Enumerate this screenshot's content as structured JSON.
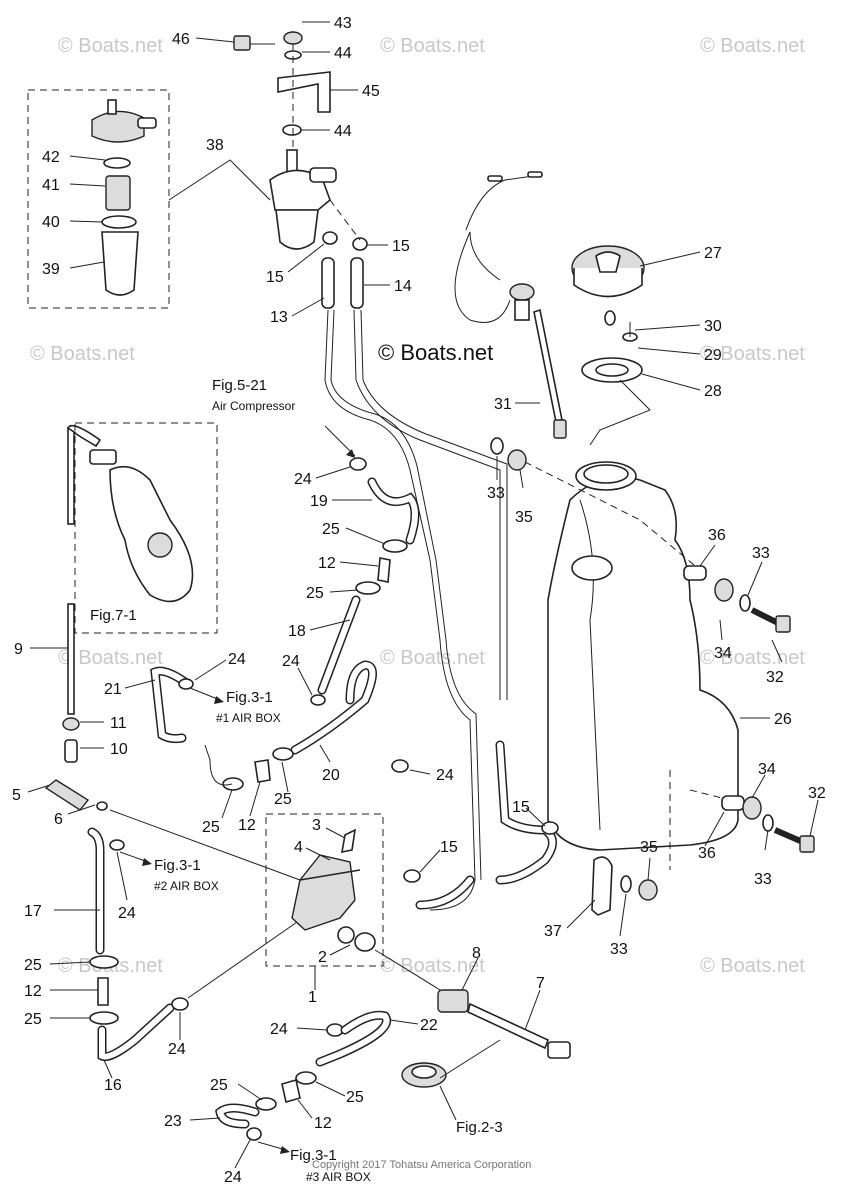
{
  "watermark": {
    "text": "© Boats.net",
    "main_text": "© Boats.net"
  },
  "copyright": "Copyright 2017 Tohatsu America Corporation",
  "references": {
    "fig_5_21": "Fig.5-21",
    "air_compressor": "Air Compressor",
    "fig_7_1": "Fig.7-1",
    "fig_3_1_a": "Fig.3-1",
    "air_box_1": "#1 AIR BOX",
    "fig_3_1_b": "Fig.3-1",
    "air_box_2": "#2 AIR BOX",
    "fig_3_1_c": "Fig.3-1",
    "air_box_3": "#3 AIR BOX",
    "fig_2_3": "Fig.2-3"
  },
  "callouts": {
    "c43": "43",
    "c44a": "44",
    "c46": "46",
    "c45": "45",
    "c44b": "44",
    "c38": "38",
    "c42": "42",
    "c41": "41",
    "c40": "40",
    "c39": "39",
    "c15a": "15",
    "c15b": "15",
    "c13": "13",
    "c14": "14",
    "c27": "27",
    "c30": "30",
    "c29": "29",
    "c28": "28",
    "c31": "31",
    "c24a": "24",
    "c19": "19",
    "c33a": "33",
    "c35a": "35",
    "c25a": "25",
    "c12a": "12",
    "c25b": "25",
    "c18": "18",
    "c36a": "36",
    "c33b": "33",
    "c34a": "34",
    "c32a": "32",
    "c9": "9",
    "c24b": "24",
    "c21": "21",
    "c24c": "24",
    "c11": "11",
    "c10": "10",
    "c20": "20",
    "c24d": "24",
    "c26": "26",
    "c5": "5",
    "c6": "6",
    "c25c": "25",
    "c12b": "12",
    "c25d": "25",
    "c3": "3",
    "c4": "4",
    "c15c": "15",
    "c15d": "15",
    "c34b": "34",
    "c32b": "32",
    "c36b": "36",
    "c33c": "33",
    "c35b": "35",
    "c17": "17",
    "c24e": "24",
    "c37": "37",
    "c33d": "33",
    "c25e": "25",
    "c12c": "12",
    "c25f": "25",
    "c2": "2",
    "c1": "1",
    "c8": "8",
    "c7": "7",
    "c24f": "24",
    "c16": "16",
    "c24g": "24",
    "c22": "22",
    "c25g": "25",
    "c25h": "25",
    "c12d": "12",
    "c23": "23",
    "c24h": "24"
  },
  "colors": {
    "line": "#222222",
    "watermark": "#c8c8c8",
    "shade": "#dcdcdc"
  }
}
